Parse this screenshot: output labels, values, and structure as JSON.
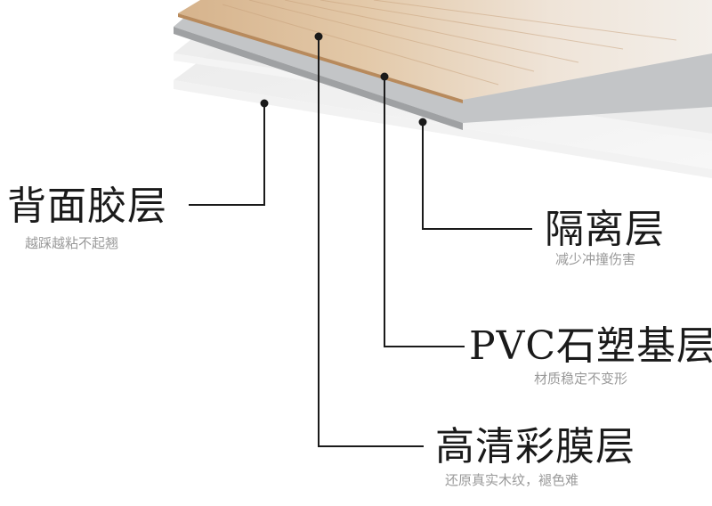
{
  "colors": {
    "wood_light": "#efe6da",
    "wood_mid": "#d9b894",
    "wood_dark": "#c79a6b",
    "base_grey": "#b7b9bb",
    "sheet_light": "#eeeeee",
    "line": "#1a1a1a",
    "sub_text": "#9a9a9a"
  },
  "layers": [
    {
      "title": "背面胶层",
      "subtitle": "越踩越粘不起翘"
    },
    {
      "title": "隔离层",
      "subtitle": "减少冲撞伤害"
    },
    {
      "title": "PVC石塑基层",
      "subtitle": "材质稳定不变形"
    },
    {
      "title": "高清彩膜层",
      "subtitle": "还原真实木纹，褪色难"
    }
  ]
}
